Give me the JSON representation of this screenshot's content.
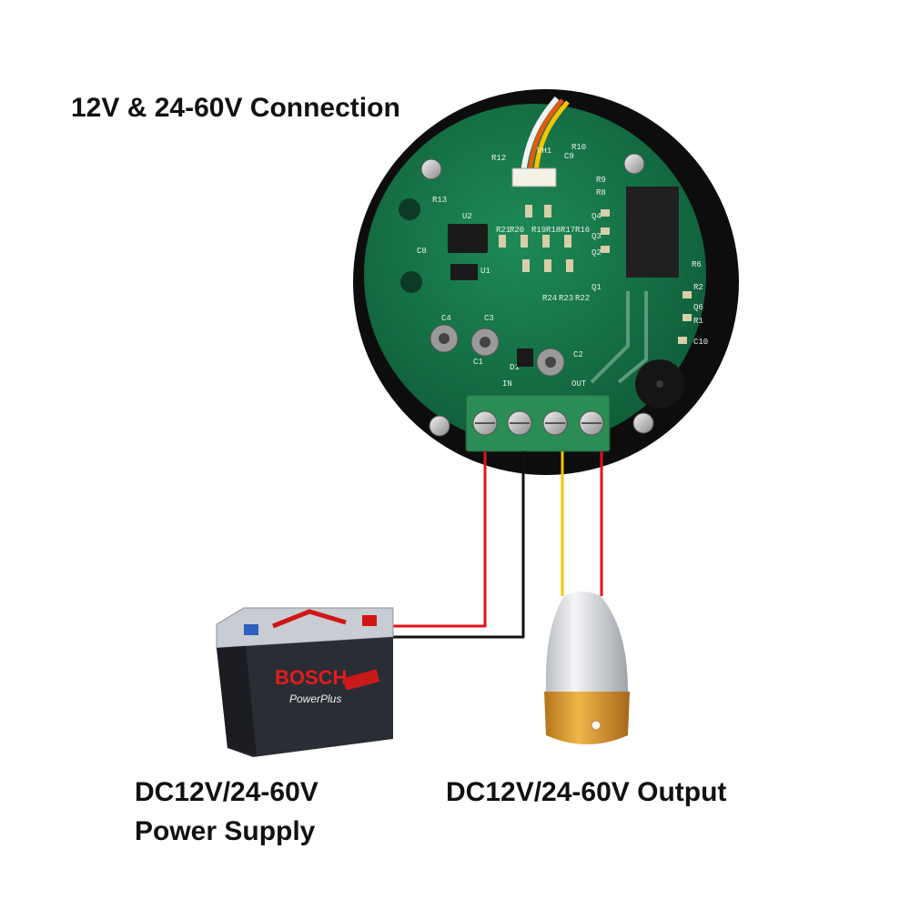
{
  "title": "12V & 24-60V Connection",
  "power_supply": {
    "line1": "DC12V/24-60V",
    "line2": "Power Supply"
  },
  "output_label": "DC12V/24-60V Output",
  "battery": {
    "brand": "BOSCH",
    "model": "PowerPlus"
  },
  "pcb": {
    "silkscreen": [
      "R13",
      "U2",
      "R21",
      "R20",
      "R19",
      "R18",
      "R17",
      "R16",
      "U1",
      "C4",
      "C3",
      "C2",
      "C1",
      "D1",
      "R10",
      "C9",
      "R9",
      "R8",
      "Q4",
      "Q3",
      "Q2",
      "Q1",
      "R6",
      "R2",
      "R1",
      "Q6",
      "C10",
      "R24",
      "R23",
      "R22",
      "IN",
      "OUT",
      "VH1",
      "C8",
      "R12"
    ]
  },
  "wires": {
    "red": "#e0121a",
    "black": "#111111",
    "yellow": "#f5c400"
  },
  "colors": {
    "board": "#17744a",
    "bezel": "#0d0d0d",
    "terminal": "#2b8c55",
    "lamp_body": "#dcdfe3",
    "lamp_base": "#d4921f"
  }
}
